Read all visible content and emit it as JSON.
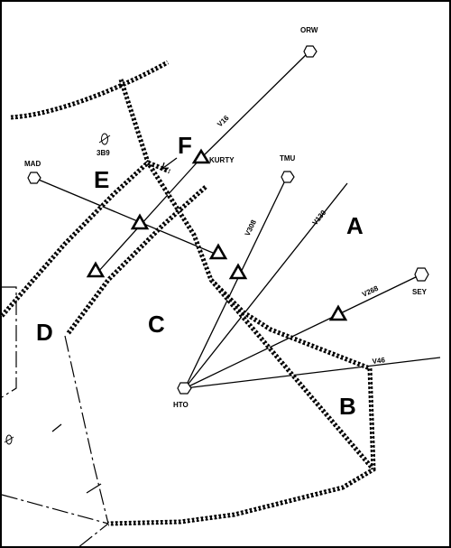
{
  "map": {
    "navaids": {
      "orw": "ORW",
      "tmu": "TMU",
      "mad": "MAD",
      "sey": "SEY",
      "hto": "HTO"
    },
    "fixes": {
      "kurty": "KURTY"
    },
    "airport": "3B9",
    "airways": {
      "v16": "V16",
      "v308": "V308",
      "v139": "V139",
      "v268": "V268",
      "v46": "V46"
    },
    "regions": {
      "a": "A",
      "b": "B",
      "c": "C",
      "d": "D",
      "e": "E",
      "f": "F"
    }
  }
}
